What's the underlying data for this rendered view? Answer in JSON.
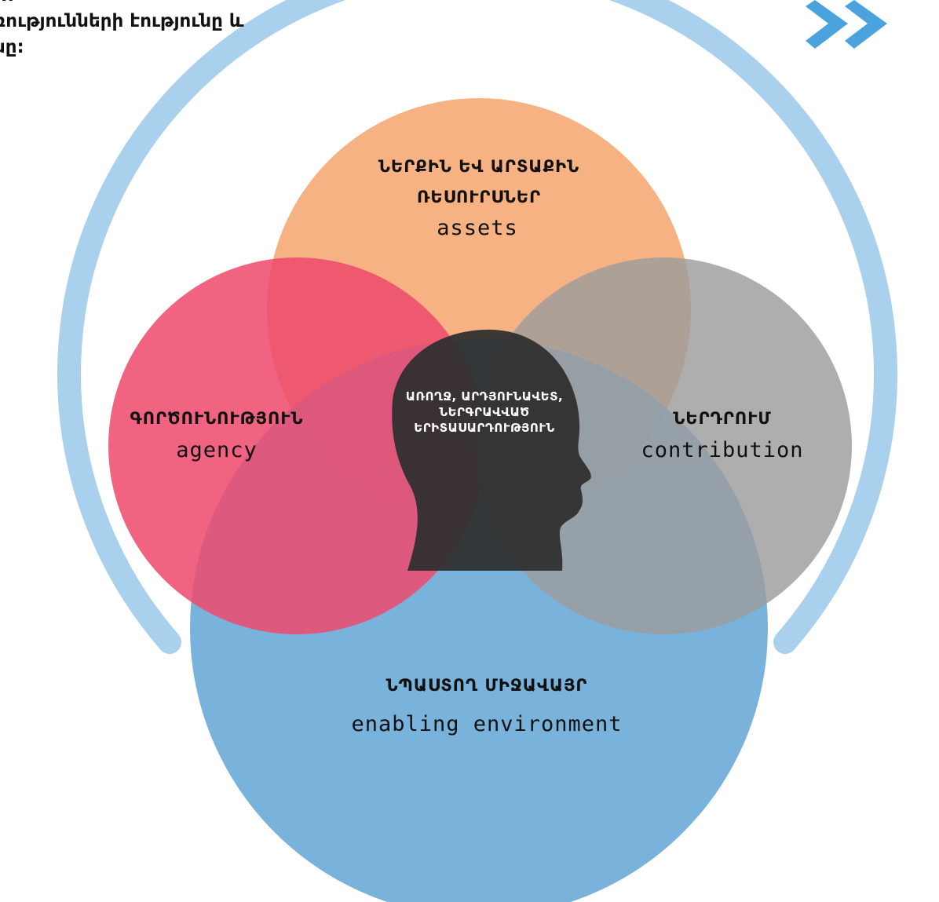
{
  "heading": {
    "line1": "...",
    "line2": "ռությունների էությունը և",
    "line3": "նը:"
  },
  "nav_icon": "double-chevron-right-icon",
  "circles": {
    "assets": {
      "title_line1": "ՆԵՐՔԻՆ ԵՎ ԱՐՏԱՔԻՆ",
      "title_line2": "ՌԵՍՈՒՐՍՆԵՐ",
      "english": "assets",
      "color": "#f4a46c"
    },
    "agency": {
      "title": "ԳՈՐԾՈՒՆՈՒԹՅՈՒՆ",
      "english": "agency",
      "color": "#ee4a6d"
    },
    "contribution": {
      "title": "ՆԵՐԴՐՈՒՄ",
      "english": "contribution",
      "color": "#9c9c9c"
    },
    "environment": {
      "title": "ՆՊԱՍՏՈՂ ՄԻՋԱՎԱՅՐ",
      "english": "enabling environment",
      "color": "#6aaad6"
    }
  },
  "center": {
    "line1": "ԱՌՈՂՋ, ԱՐԴՅՈՒՆԱՎԵՏ,",
    "line2": "ՆԵՐԳՐԱՎՎԱԾ",
    "line3": "ԵՐԻՏԱՍԱՐԴՈՒԹՅՈՒՆ"
  },
  "colors": {
    "arc": "#a9d0ec",
    "head": "#2f2f2f",
    "chevron": "#4aa3dd"
  }
}
